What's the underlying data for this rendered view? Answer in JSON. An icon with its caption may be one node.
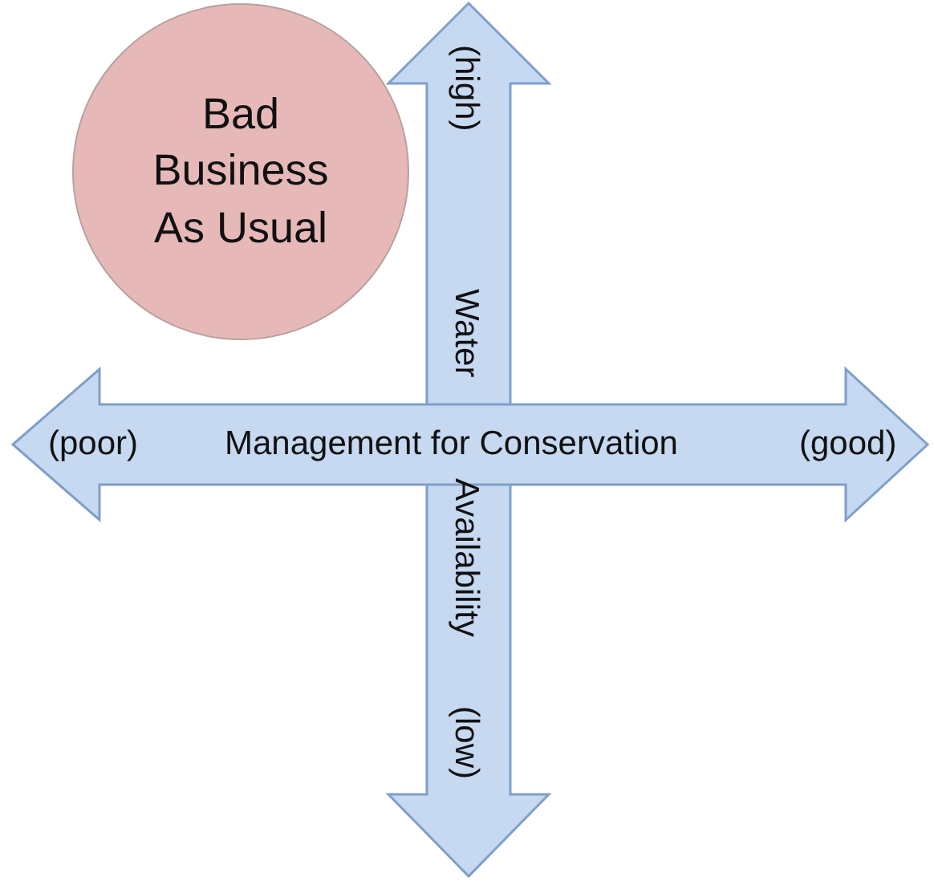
{
  "diagram": {
    "nodes": [
      {
        "text": [
          "Bad Business As Usual"
        ]
      }
    ],
    "edges": [],
    "labels": [
      "(high)",
      "Water",
      "(poor)",
      "Management for Conservation",
      "(good)",
      "Availability",
      "(low)"
    ]
  }
}
